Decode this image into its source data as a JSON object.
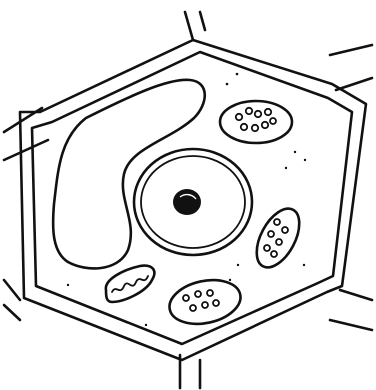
{
  "diagram": {
    "subject": "plant-cell-line-drawing",
    "colors": {
      "ink": "#111111",
      "paper": "#ffffff"
    },
    "parts": [
      "neighbor-cell-walls",
      "cell-wall",
      "cell-membrane",
      "central-vacuole",
      "nucleus",
      "nucleolus",
      "chloroplast",
      "mitochondrion",
      "cytoplasm-granules"
    ],
    "labels": []
  }
}
